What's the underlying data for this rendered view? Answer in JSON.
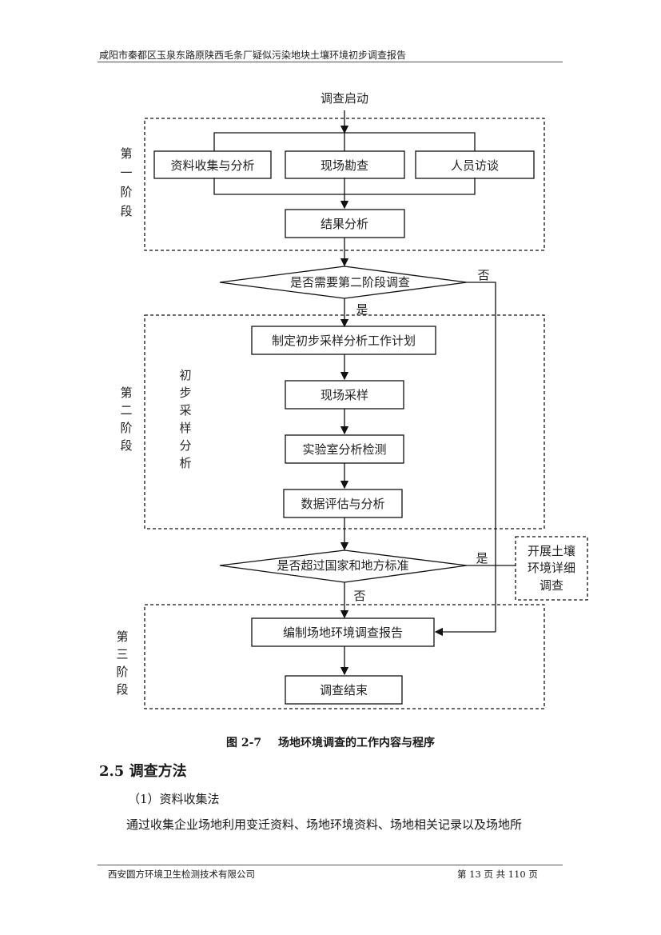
{
  "header": {
    "title": "咸阳市秦都区玉泉东路原陕西毛条厂疑似污染地块土壤环境初步调查报告"
  },
  "flowchart": {
    "start": "调查启动",
    "stage1": {
      "label": [
        "第",
        "一",
        "阶",
        "段"
      ],
      "boxes": [
        "资料收集与分析",
        "现场勘查",
        "人员访谈"
      ],
      "result": "结果分析"
    },
    "decision1": {
      "text": "是否需要第二阶段调查",
      "yes": "是",
      "no": "否"
    },
    "stage2": {
      "label": [
        "第",
        "二",
        "阶",
        "段"
      ],
      "sublabel": [
        "初",
        "步",
        "采",
        "样",
        "分",
        "析"
      ],
      "steps": [
        "制定初步采样分析工作计划",
        "现场采样",
        "实验室分析检测",
        "数据评估与分析"
      ]
    },
    "decision2": {
      "text": "是否超过国家和地方标准",
      "yes": "是",
      "no": "否"
    },
    "detail_box": [
      "开展土壤",
      "环境详细",
      "调查"
    ],
    "stage3": {
      "label": [
        "第",
        "三",
        "阶",
        "段"
      ],
      "steps": [
        "编制场地环境调查报告",
        "调查结束"
      ]
    }
  },
  "caption": {
    "number": "图 2-7",
    "title": "场地环境调查的工作内容与程序"
  },
  "section": {
    "heading": "2.5  调查方法"
  },
  "subsection": {
    "heading": "（1）资料收集法"
  },
  "paragraph": {
    "text": "通过收集企业场地利用变迁资料、场地环境资料、场地相关记录以及场地所"
  },
  "footer": {
    "company": "西安圆方环境卫生检测技术有限公司",
    "page": "第 13 页   共 110 页"
  }
}
